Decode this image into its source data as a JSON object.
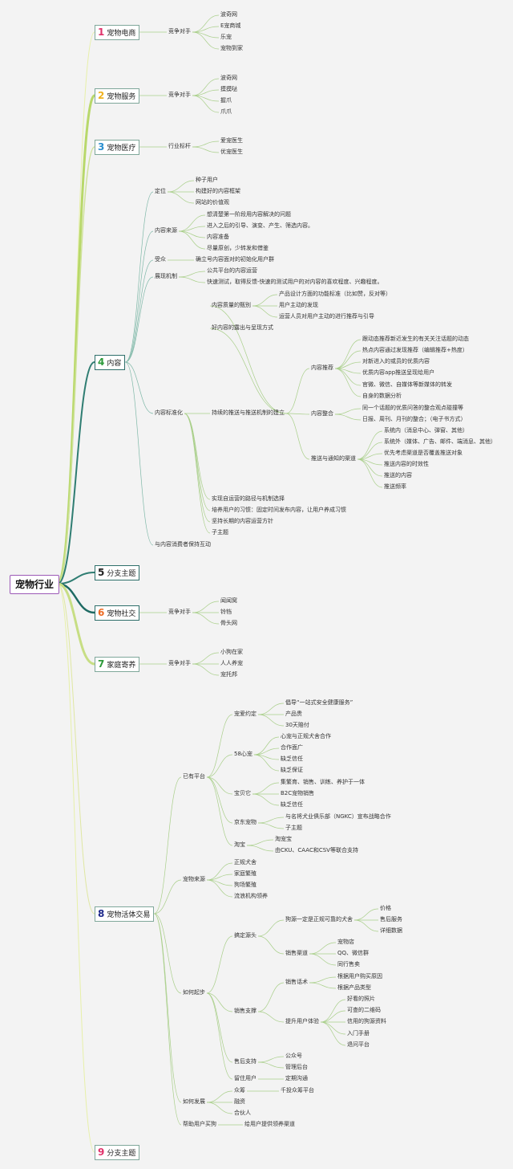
{
  "root": "宠物行业",
  "branch_colors": {
    "b1": "#e7f0a8",
    "b2": "#b8d86a",
    "b3": "#cfe29a",
    "b4": "#2f7d72",
    "b5": "#2f7d72",
    "b6": "#1e6a63",
    "b7": "#c7de84",
    "b8": "#dfe7a2",
    "b9": "#e7f0a8",
    "num1": "#e0336b",
    "num2": "#f0b21f",
    "num3": "#2b8fcf",
    "num4": "#2e9a3a",
    "num5": "#222222",
    "num6": "#ec6b24",
    "num7": "#2e9a3a",
    "num8": "#1f2a8c",
    "num9": "#e0336b"
  },
  "topics": [
    {
      "num": "1",
      "label": "宠物电商"
    },
    {
      "num": "2",
      "label": "宠物服务"
    },
    {
      "num": "3",
      "label": "宠物医疗"
    },
    {
      "num": "4",
      "label": "内容"
    },
    {
      "num": "5",
      "label": "分支主题"
    },
    {
      "num": "6",
      "label": "宠物社交"
    },
    {
      "num": "7",
      "label": "家庭寄养"
    },
    {
      "num": "8",
      "label": "宠物活体交易"
    },
    {
      "num": "9",
      "label": "分支主题"
    }
  ],
  "nodes": [
    "竞争对手",
    "波奇网",
    "E宠商城",
    "乐宠",
    "宠物到家",
    "竞争对手",
    "波奇网",
    "摸摸哒",
    "握爪",
    "爪爪",
    "行业标杆",
    "爱宠医生",
    "优宠医生",
    "定位",
    "种子用户",
    "构建好的内容框架",
    "网站的价值观",
    "内容来源",
    "想清楚第一阶段用内容解决的问题",
    "进入之后的引导、演变、产生、筛选内容。",
    "内容准备",
    "尽量原创，少转发和借鉴",
    "受众",
    "确立号内容面对的初始化用户群",
    "展现机制",
    "公共平台的内容运营",
    "快速测试，取得反馈-快速的测试用户的对内容的喜欢程度、兴趣程度。",
    "内容质量的甄别",
    "产品设计方面的功能标准（比如赞，反对等）",
    "用户主动的发现",
    "运营人员对用户主动的进行推荐与引导",
    "好内容的露出与呈现方式",
    "内容标准化",
    "持续的推送与推送机制的建立",
    "内容推荐",
    "跟动态推荐新近发生的有关关注话题的动态",
    "热点内容通过发现推荐（编辑推荐+热度）",
    "对新进入的或员的优质内容",
    "优质内容app推送呈现给用户",
    "官微、微信、自媒体等新媒体的转发",
    "自身的数据分析",
    "内容整合",
    "同一个话题的优质问答的整合观点碰撞等",
    "日报、周刊、月刊的整合；（电子书方式）",
    "推送与通知的渠道",
    "系统内（消息中心、弹窗、其他）",
    "系统外（媒体、广告、邮件、端消息、其他）",
    "优先考虑渠道是否覆盖推送对象",
    "推送内容的时效性",
    "推送的内容",
    "推送频率",
    "实现自运营的路径与机制选择",
    "培养用户的习惯：固定时间发布内容，让用户养成习惯",
    "坚持长期的内容运营方针",
    "子主题",
    "与内容消费者保持互动",
    "竞争对手",
    "闻闻窝",
    "铃铛",
    "骨头网",
    "竞争对手",
    "小狗在家",
    "人人养宠",
    "宠托邦",
    "已有平台",
    "宠爱约定",
    "倡导“一站式安全健康服务”",
    "产品贵",
    "30天赔付",
    "58心宠",
    "心宠与正规犬舍合作",
    "合作面广",
    "缺乏信任",
    "缺乏保证",
    "宝贝它",
    "集繁育、销售、训练、养护于一体",
    "B2C宠物销售",
    "缺乏信任",
    "京东宠物",
    "与名将犬业俱乐部（NGKC）宣布战略合作",
    "子主题",
    "淘宝",
    "淘宠宝",
    "由CKU、CAAC和CSV等联合支持",
    "宠物来源",
    "正规犬舍",
    "家庭繁殖",
    "狗场繁殖",
    "流浪机构领养",
    "如何起步",
    "搞定源头",
    "狗源一定是正规可靠的犬舍",
    "价格",
    "售后服务",
    "详细数据",
    "销售渠道",
    "宠物店",
    "QQ、微信群",
    "同行售卖",
    "销售支撑",
    "销售话术",
    "根据用户购买原因",
    "根据产品类型",
    "提升用户体验",
    "好看的照片",
    "可查的二维码",
    "信用的狗源资料",
    "入门手册",
    "退问平台",
    "售后支持",
    "公众号",
    "管理后台",
    "留住用户",
    "定期沟通",
    "如何发展",
    "众筹",
    "千投众筹平台",
    "融资",
    "合伙人",
    "帮助用户买狗",
    "给用户提供领养渠道"
  ]
}
